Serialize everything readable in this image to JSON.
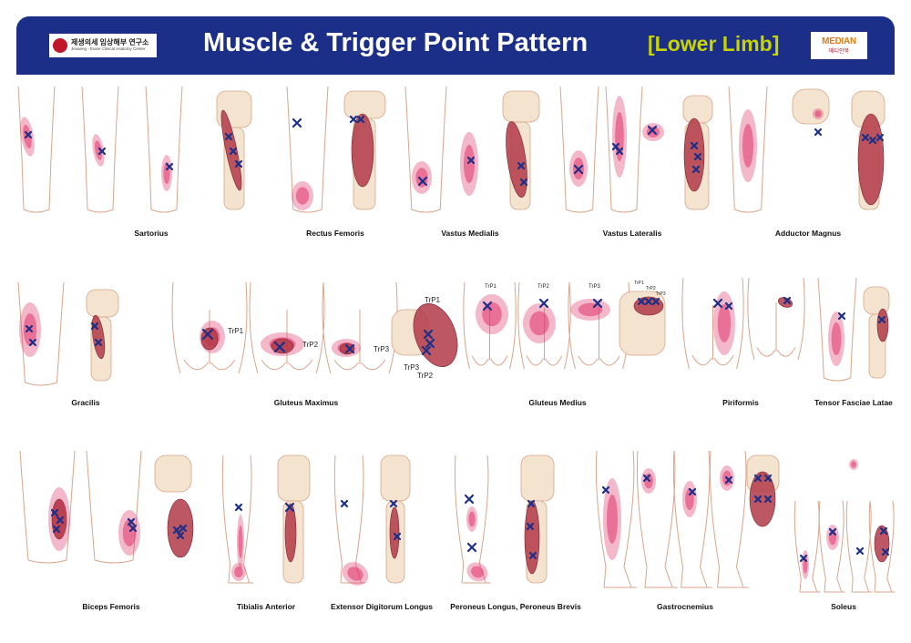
{
  "header": {
    "title": "Muscle & Trigger Point Pattern",
    "subtitle": "[Lower Limb]",
    "logo_left_kr": "제생의세 임상해부 연구소",
    "logo_left_en": "Jesaeng - Euise Clinical Anatomy Center",
    "logo_right_main": "MEDIAN",
    "logo_right_sub": "메디안북"
  },
  "muscles": [
    {
      "id": "sartorius",
      "label": "Sartorius"
    },
    {
      "id": "rectus-femoris",
      "label": "Rectus Femoris"
    },
    {
      "id": "vastus-medialis",
      "label": "Vastus Medialis"
    },
    {
      "id": "vastus-lateralis",
      "label": "Vastus Lateralis"
    },
    {
      "id": "adductor-magnus",
      "label": "Adductor Magnus"
    },
    {
      "id": "gracilis",
      "label": "Gracilis"
    },
    {
      "id": "gluteus-maximus",
      "label": "Gluteus Maximus"
    },
    {
      "id": "gluteus-medius",
      "label": "Gluteus Medius"
    },
    {
      "id": "piriformis",
      "label": "Piriformis"
    },
    {
      "id": "tensor-fasciae-latae",
      "label": "Tensor Fasciae Latae"
    },
    {
      "id": "biceps-femoris",
      "label": "Biceps Femoris"
    },
    {
      "id": "tibialis-anterior",
      "label": "Tibialis Anterior"
    },
    {
      "id": "extensor-digitorum-longus",
      "label": "Extensor Digitorum Longus"
    },
    {
      "id": "peroneus",
      "label": "Peroneus Longus, Peroneus Brevis"
    },
    {
      "id": "gastrocnemius",
      "label": "Gastrocnemius"
    },
    {
      "id": "soleus",
      "label": "Soleus"
    }
  ],
  "trigger_point_labels": {
    "gmax_1": "TrP1",
    "gmax_2": "TrP2",
    "gmax_3": "TrP3",
    "gmax_hip_1": "TrP1",
    "gmax_hip_3": "TrP3",
    "gmax_hip_2": "TrP2",
    "gmed_1": "TrP1",
    "gmed_2": "TrP2",
    "gmed_3": "TrP3",
    "gmed_hip_1": "TrP1",
    "gmed_hip_2": "TrP2",
    "gmed_hip_3": "TrP3"
  },
  "colors": {
    "banner": "#1c2f88",
    "title": "#ffffff",
    "subtitle": "#c8d400",
    "outline": "#d9a58a",
    "muscle": "#b23a48",
    "referral": "#e0356b",
    "marker": "#1c2f88"
  }
}
